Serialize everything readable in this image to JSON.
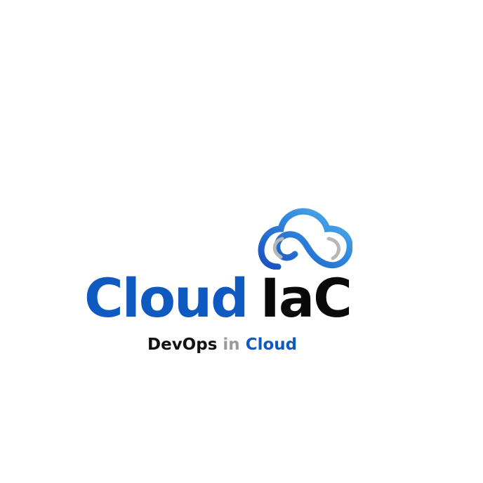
{
  "logo": {
    "icon": "cloud-infinity-icon",
    "brand_word_1": "Cloud",
    "brand_word_2": "IaC",
    "tagline_part_1": "DevOps",
    "tagline_part_2": "in",
    "tagline_part_3": "Cloud"
  },
  "colors": {
    "brand_blue": "#0f5ac0",
    "light_blue": "#4aa6ea",
    "dark_text": "#0a0a0a",
    "gray_text": "#9a9a9a",
    "background": "#ffffff"
  }
}
